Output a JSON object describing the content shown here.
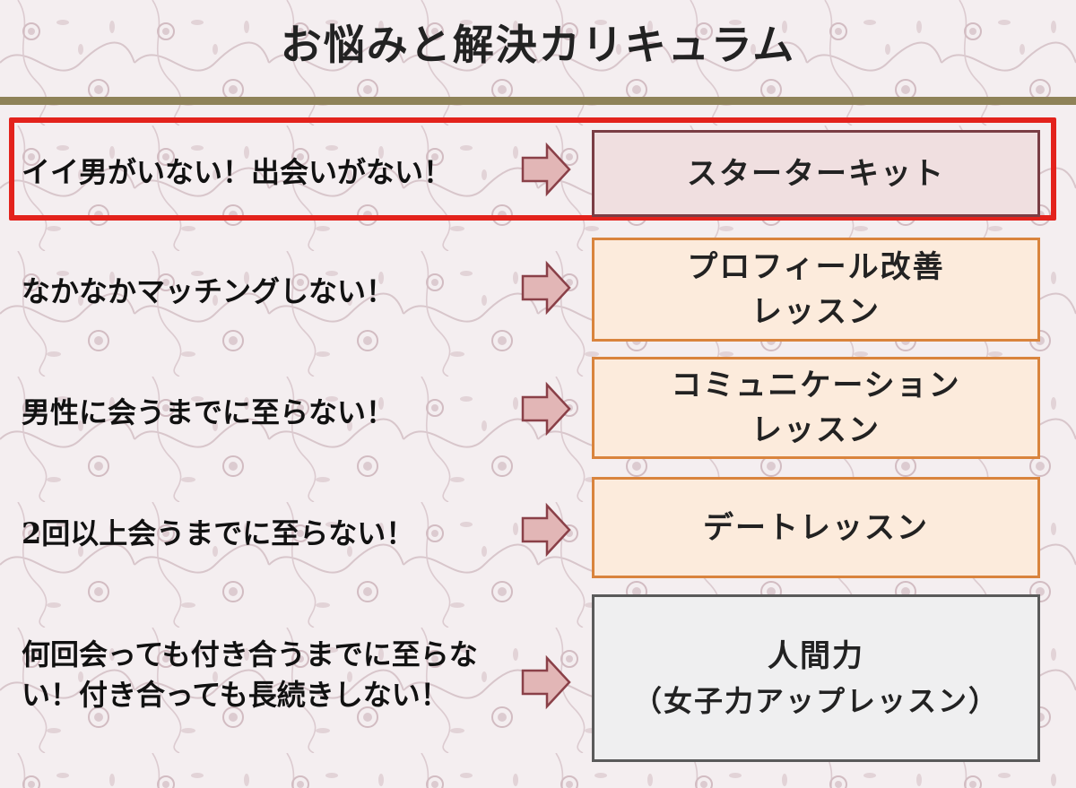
{
  "title": "お悩みと解決カリキュラム",
  "colors": {
    "rule": "#8e8258",
    "highlight": "#e3221c",
    "arrow_fill": "#e2b6b6",
    "arrow_stroke": "#8a4048"
  },
  "rows": [
    {
      "problem": "イイ男がいない！出会いがない！",
      "solution_line1": "スターターキット",
      "solution_line2": ""
    },
    {
      "problem": "なかなかマッチングしない！",
      "solution_line1": "プロフィール改善",
      "solution_line2": "レッスン"
    },
    {
      "problem": "男性に会うまでに至らない！",
      "solution_line1": "コミュニケーション",
      "solution_line2": "レッスン"
    },
    {
      "problem": "2回以上会うまでに至らない！",
      "solution_line1": "デートレッスン",
      "solution_line2": ""
    },
    {
      "problem": "何回会っても付き合うまでに至らない！付き合っても長続きしない！",
      "solution_line1": "人間力",
      "solution_line2": "（女子力アップレッスン）"
    }
  ]
}
